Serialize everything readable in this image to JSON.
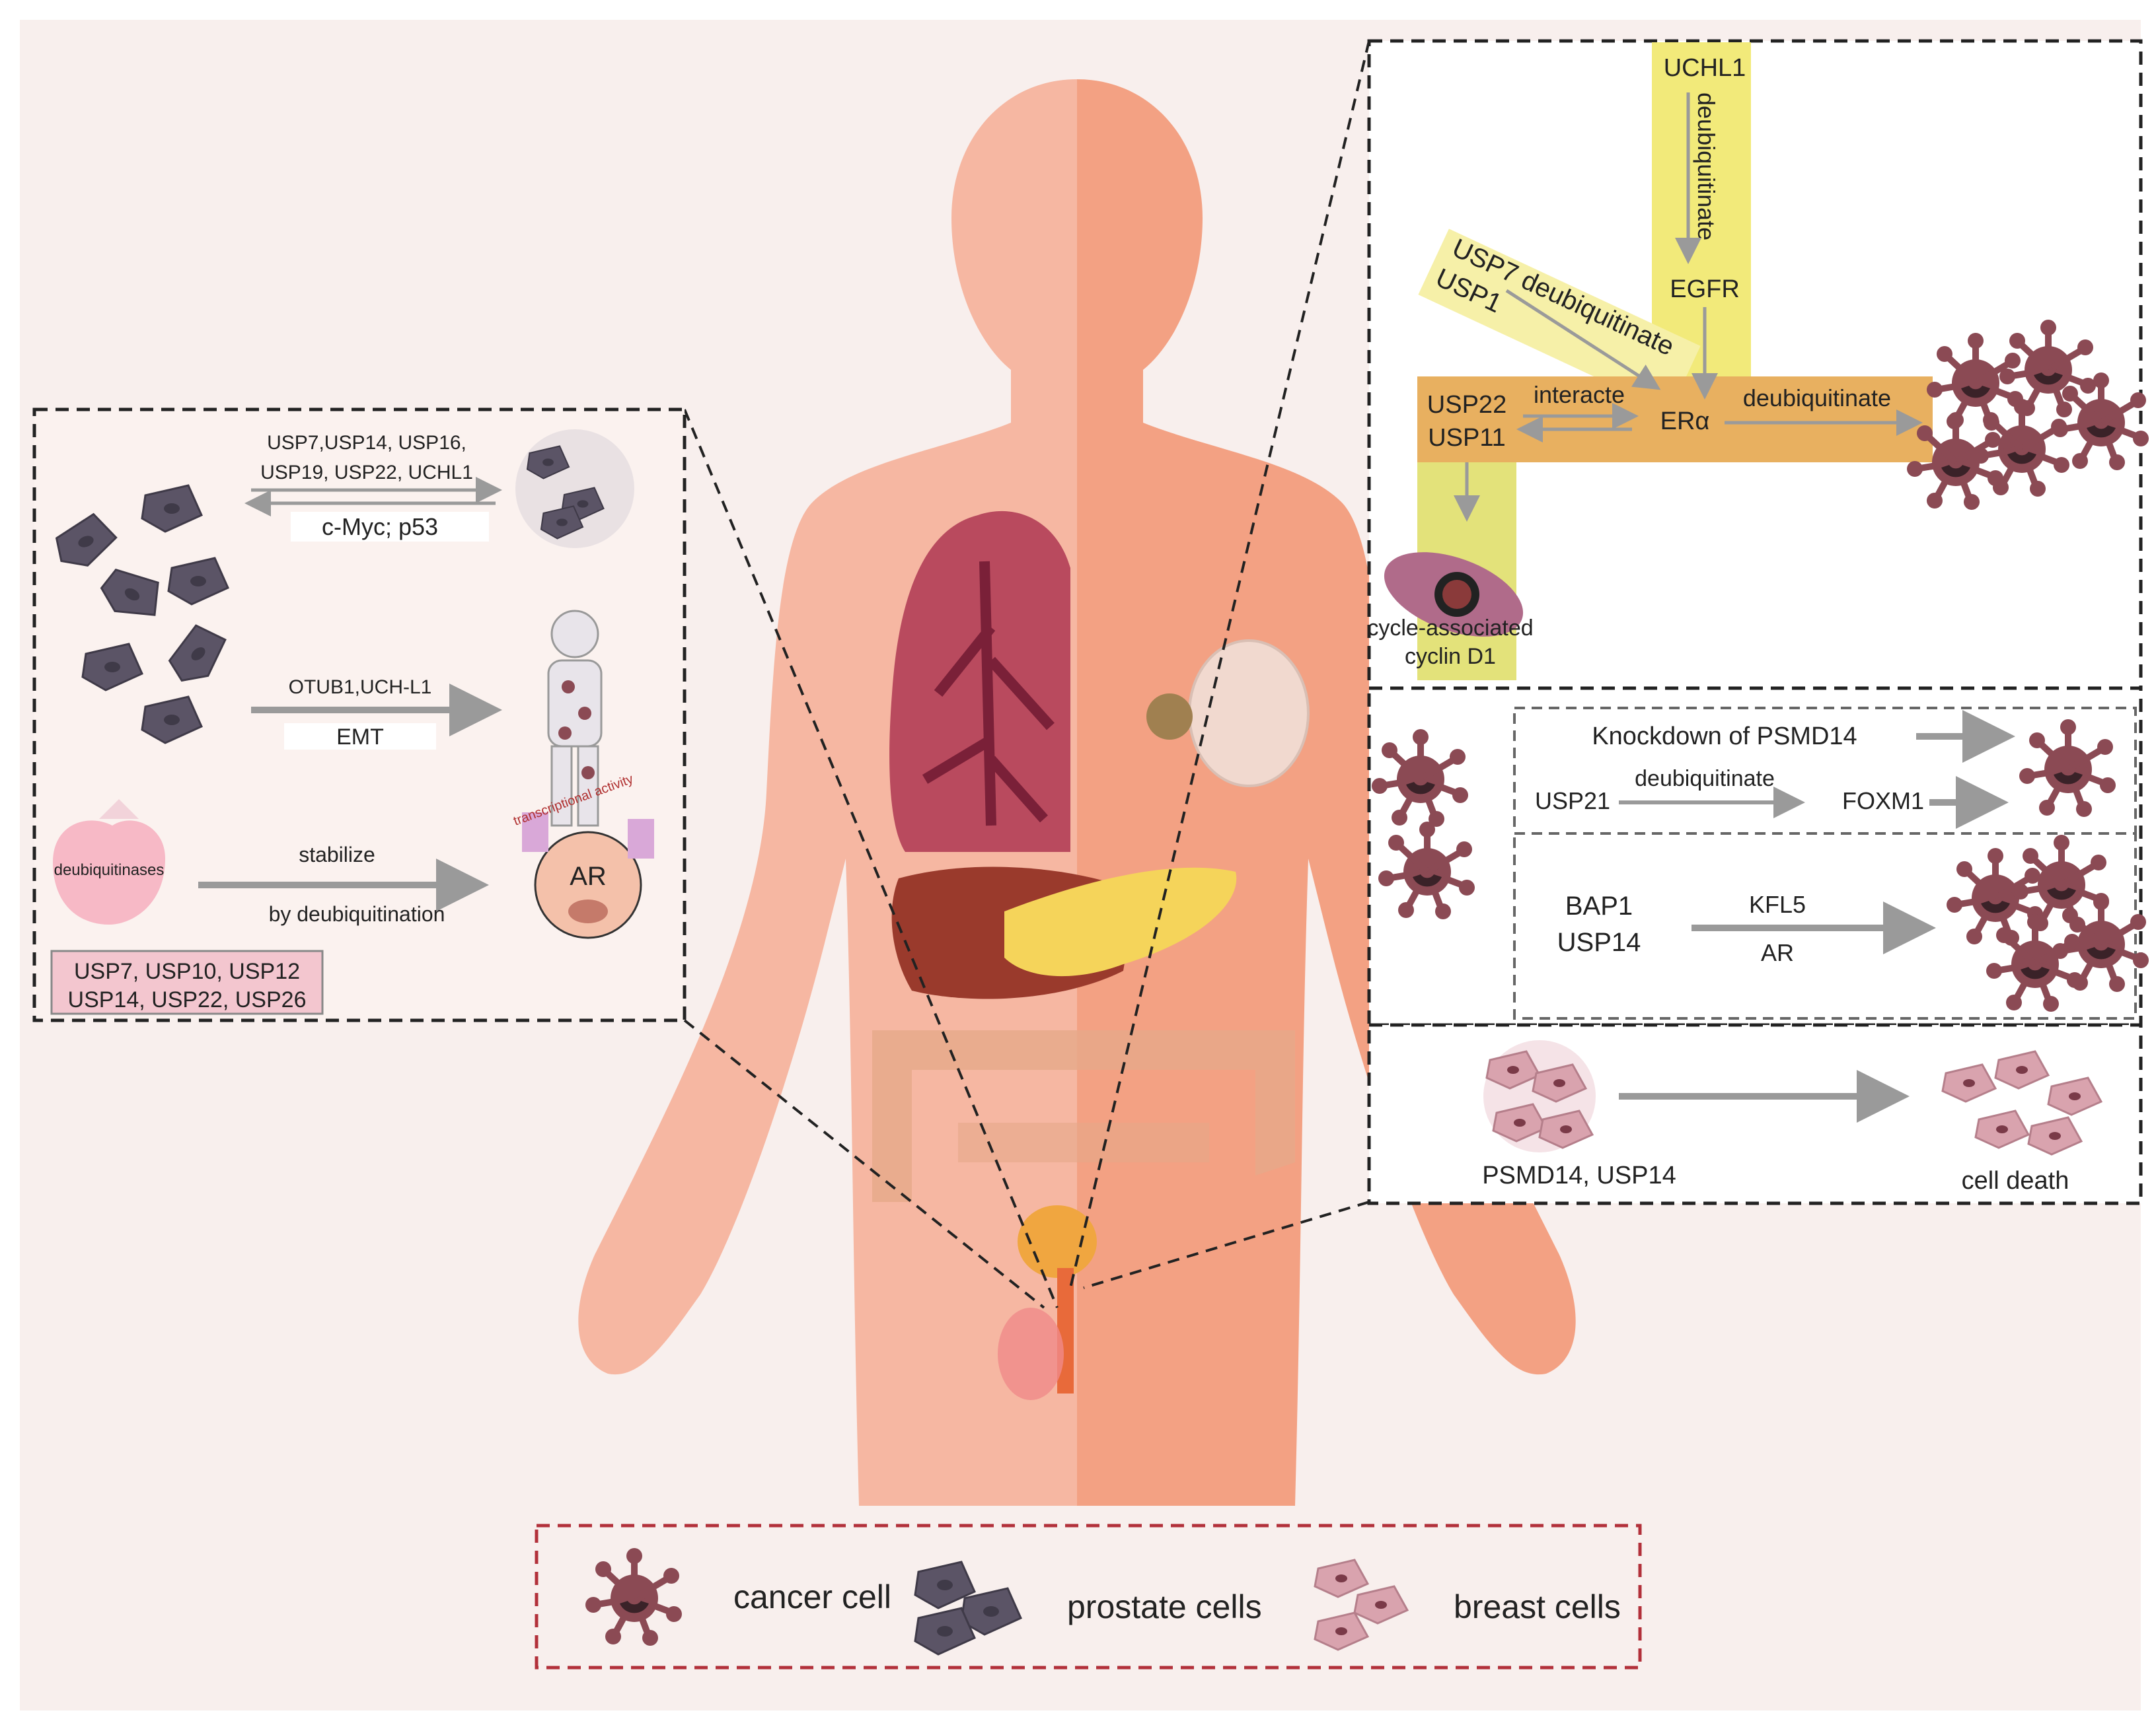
{
  "left_panel": {
    "top_pathway": {
      "usps_line1": "USP7,USP14, USP16,",
      "usps_line2": "USP19, USP22, UCHL1",
      "targets": "c-Myc; p53"
    },
    "mid_pathway": {
      "usps": "OTUB1,UCH-L1",
      "process": "EMT"
    },
    "bottom_pathway": {
      "enzyme_label": "deubiquitinases",
      "above_arrow": "stabilize",
      "below_arrow": "by deubiquitination",
      "receptor": "AR",
      "receptor_note": "transcriptional activity",
      "list_line1": "USP7, USP10, USP12",
      "list_line2": "USP14, USP22, USP26"
    }
  },
  "breast_panel": {
    "uchl1": "UCHL1",
    "vertical_action": "deubiquitinate",
    "egfr": "EGFR",
    "usp7_line": "USP7 deubiquitinate",
    "usp1_line": "USP1",
    "usp22": "USP22",
    "usp11": "USP11",
    "interact": "interacte",
    "era": "ERα",
    "right_action": "deubiquitinate",
    "cycle_line1": "cycle-associated",
    "cycle_line2": "cyclin D1"
  },
  "prostate_panel": {
    "knockdown": "Knockdown of PSMD14",
    "usp21": "USP21",
    "usp21_action": "deubiquitinate",
    "foxm1": "FOXM1",
    "bap1": "BAP1",
    "usp14": "USP14",
    "kfl5": "KFL5",
    "ar": "AR"
  },
  "death_panel": {
    "inhibitors": "PSMD14, USP14",
    "outcome": "cell death"
  },
  "legend": {
    "cancer": "cancer cell",
    "prostate": "prostate cells",
    "breast": "breast cells"
  },
  "colors": {
    "background": "#f8efed",
    "body_left": "#f6b7a2",
    "body_right": "#f3a183",
    "cancer_cell": "#8b4a54",
    "prostate_cell": "#5b5466",
    "breast_cell": "#d9a3ae",
    "arrow": "#9a9a9a",
    "yellow_band": "#f2ea7a",
    "orange_band": "#e8b060",
    "pink_box": "#f3c6cf",
    "legend_border": "#b2303a"
  }
}
